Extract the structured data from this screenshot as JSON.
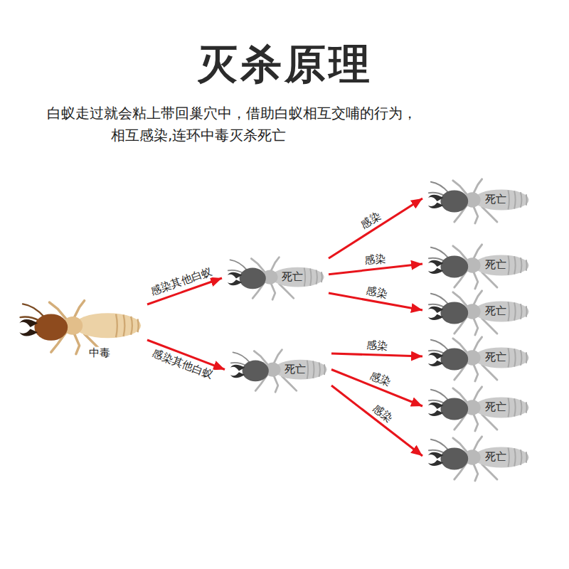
{
  "diagram": {
    "title": "灭杀原理",
    "nodes": [
      {
        "text": [
          "中毒"
        ]
      },
      {
        "text": [
          "死亡"
        ]
      },
      {
        "text": [
          "死亡"
        ]
      },
      {
        "text": [
          "死亡"
        ]
      },
      {
        "text": [
          "死亡"
        ]
      },
      {
        "text": [
          "死亡"
        ]
      },
      {
        "text": [
          "死亡"
        ]
      },
      {
        "text": [
          "死亡"
        ]
      },
      {
        "text": [
          "死亡"
        ]
      }
    ],
    "edges": [
      {
        "from": 0,
        "to": 1,
        "arrow": "to",
        "label": "感染其他白蚁"
      },
      {
        "from": 0,
        "to": 2,
        "arrow": "to",
        "label": "感染其他白蚁"
      },
      {
        "from": 1,
        "to": 3,
        "arrow": "to",
        "label": "感染"
      },
      {
        "from": 1,
        "to": 4,
        "arrow": "to",
        "label": "感染"
      },
      {
        "from": 1,
        "to": 5,
        "arrow": "to",
        "label": "感染"
      },
      {
        "from": 2,
        "to": 6,
        "arrow": "to",
        "label": "感染"
      },
      {
        "from": 2,
        "to": 7,
        "arrow": "to",
        "label": "感染"
      },
      {
        "from": 2,
        "to": 8,
        "arrow": "to",
        "label": "感染"
      }
    ],
    "labels": [
      "白蚁走过就会粘上带回巢穴中，借助白蚁相互交哺的行为，",
      "相互感染,连环中毒灭杀死亡"
    ]
  }
}
